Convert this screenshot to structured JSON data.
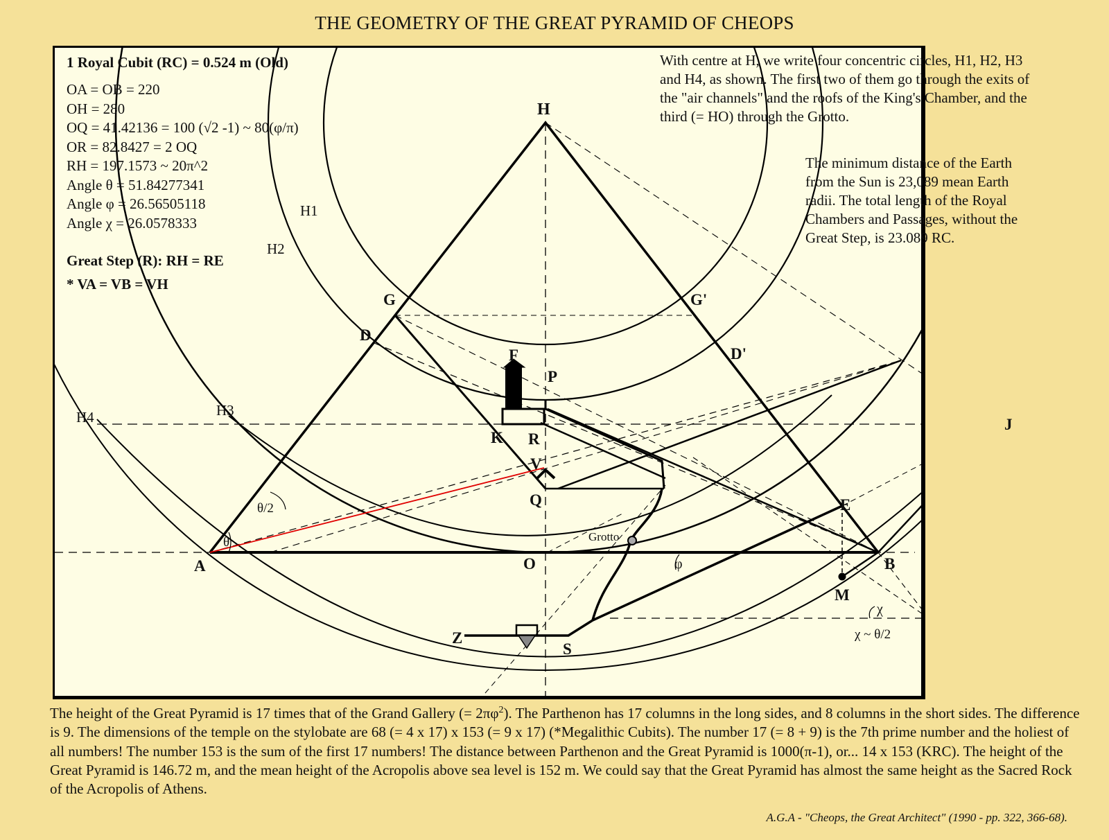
{
  "title": "THE GEOMETRY OF THE GREAT PYRAMID OF CHEOPS",
  "left_notes": {
    "heading": "1 Royal Cubit (RC) = 0.524 m (Old)",
    "lines": [
      "OA = OB = 220",
      "OH = 280",
      "OQ = 41.42136 = 100 (√2 -1)  ~ 80(φ/π)",
      "OR = 82.8427 = 2 OQ",
      "RH = 197.1573  ~ 20π^2",
      "Angle θ = 51.84277341",
      "Angle φ = 26.56505118",
      "Angle χ = 26.0578333"
    ],
    "great_step": "Great Step (R):  RH = RE",
    "equal_note": "* VA = VB = VH"
  },
  "right_notes": {
    "circles": "With centre at H, we write four concentric circles, H1, H2, H3 and H4, as shown. The first two of them go through the exits of the \"air channels\" and the roofs of the King's Chamber, and the third (= HO) through the Grotto.",
    "distance": "The minimum distance of the Earth from the Sun is 23,089 mean Earth radii. The total length of the Royal Chambers  and Passages, without the Great Step, is 23.089 RC."
  },
  "diagram": {
    "points": {
      "H": "H",
      "A": "A",
      "B": "B",
      "O": "O",
      "G": "G",
      "G_prime": "G'",
      "D": "D",
      "D_prime": "D'",
      "F": "F",
      "P": "P",
      "K": "K",
      "R": "R",
      "V": "V",
      "Q": "Q",
      "E": "E",
      "M": "M",
      "J": "J",
      "Z": "Z",
      "S": "S"
    },
    "circle_labels": [
      "H1",
      "H2",
      "H3",
      "H4"
    ],
    "annotations": {
      "theta": "θ",
      "theta_half": "θ/2",
      "phi": "φ",
      "chi": "χ",
      "chi_relation": "χ ~ θ/2",
      "grotto": "Grotto"
    },
    "colors": {
      "lines": "#000000",
      "highlight": "#e00000",
      "panel": "#fefde4",
      "page": "#f5e199"
    }
  },
  "footer": {
    "text_before_sup": "The height of the Great Pyramid is 17 times that of the Grand Gallery (= 2πφ",
    "sup": "2",
    "text_after_sup": "). The Parthenon has 17 columns in the long sides, and 8 columns in the short sides. The difference is 9. The dimensions of the temple on the stylobate are 68 (= 4 x 17) x 153 (= 9 x 17) (*Megalithic Cubits).  The number 17 (= 8 + 9) is the 7th prime number and the holiest of all numbers! The number 153 is the sum of the first 17 numbers! The distance between Parthenon and the Great Pyramid is 1000(π-1), or... 14 x 153 (KRC). The height of the Great Pyramid is 146.72 m, and the mean height of the Acropolis above sea level is 152 m. We could say that the Great Pyramid has almost the same height as the Sacred Rock of the Acropolis of Athens.",
    "citation": "A.G.A - \"Cheops, the Great Architect\" (1990 - pp. 322, 366-68)."
  }
}
